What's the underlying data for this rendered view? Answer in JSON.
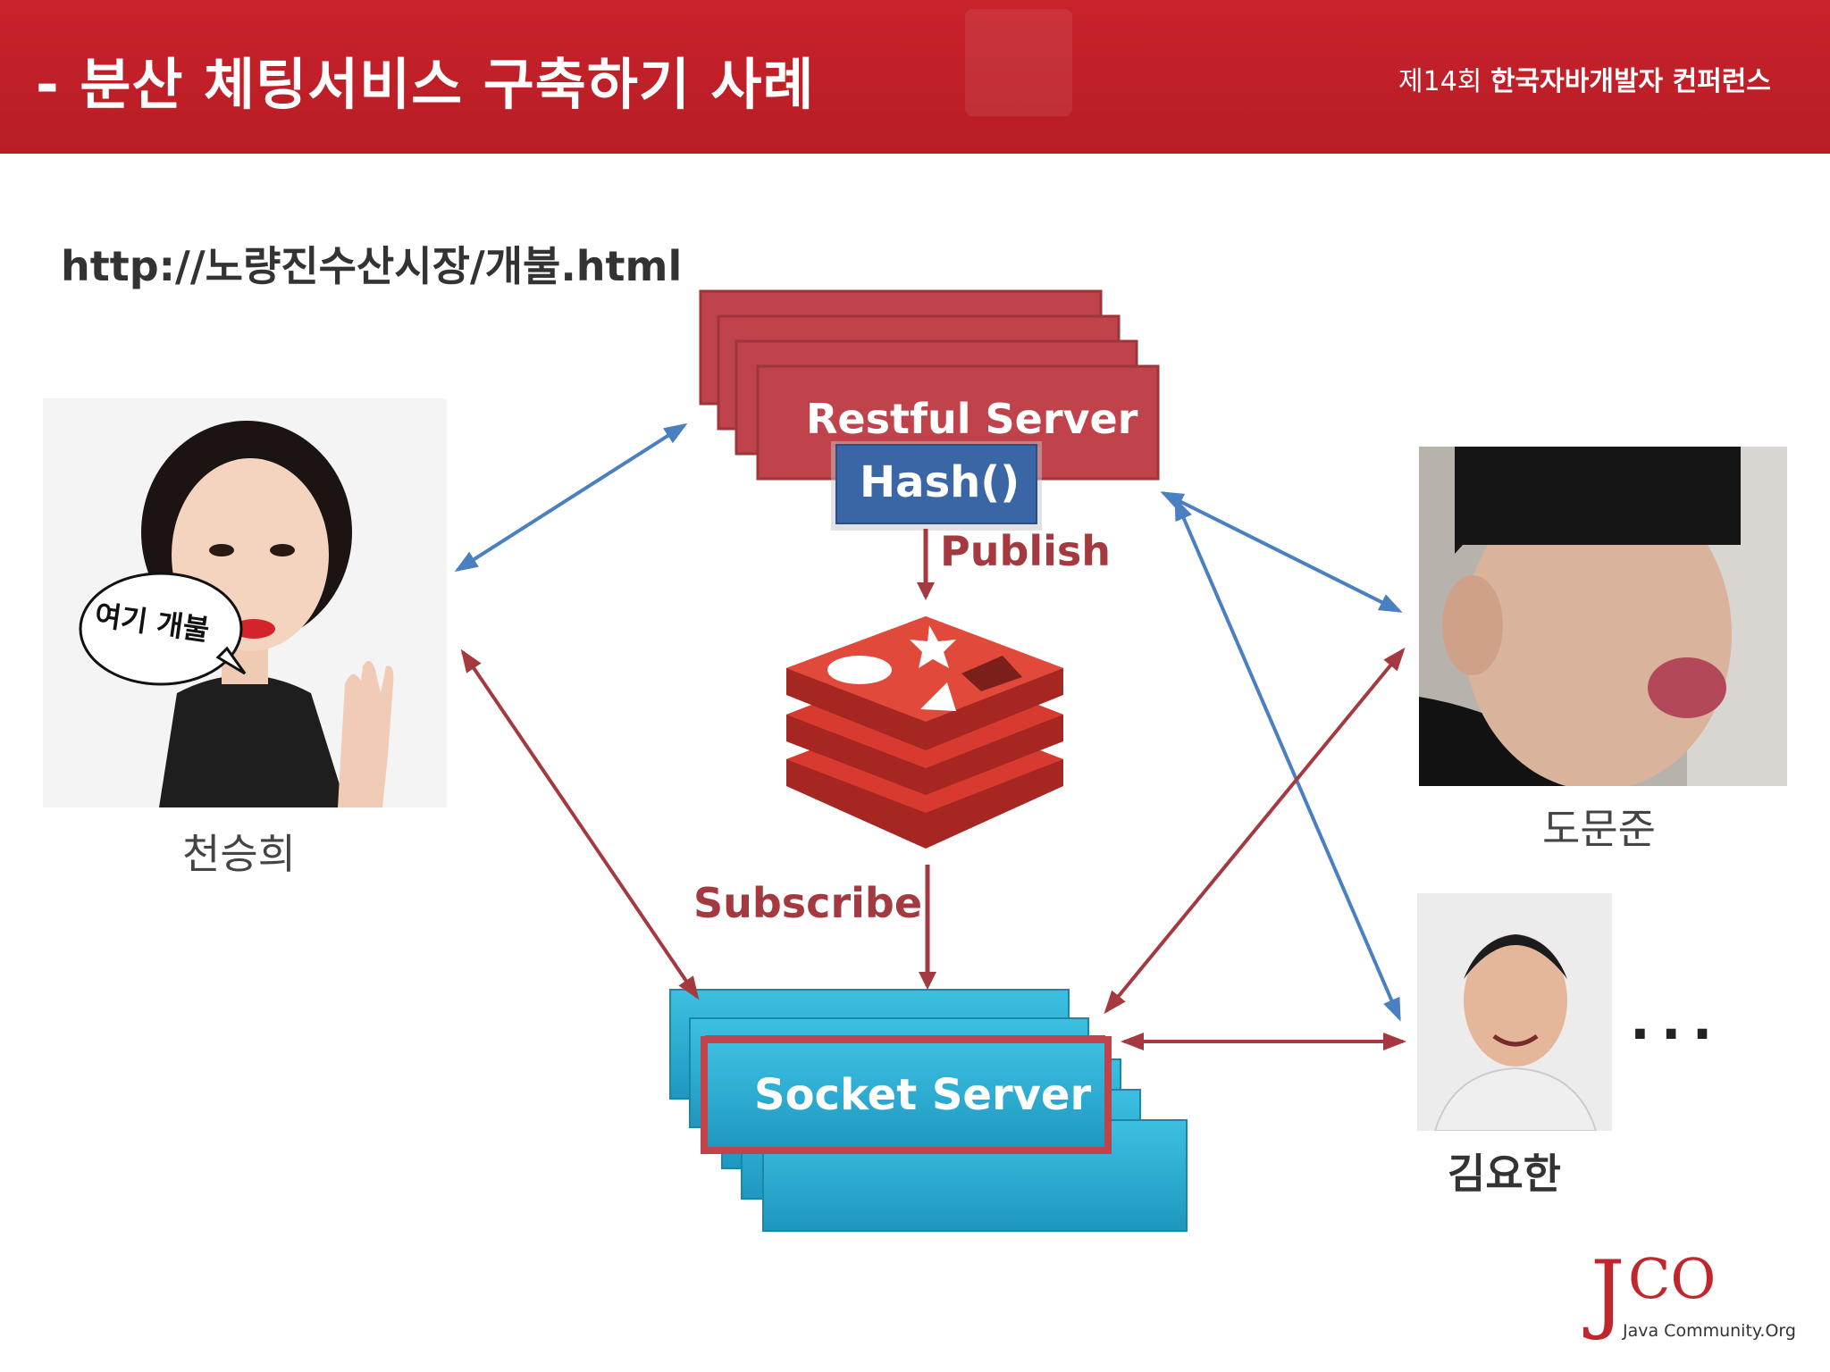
{
  "header": {
    "title": "-  분산 체팅서비스 구축하기 사례",
    "conference_num": "제14회",
    "conference_name": "한국자바개발자 컨퍼런스"
  },
  "url_text": "http://노량진수산시장/개불.html",
  "users": {
    "left": {
      "name": "천승희",
      "speech_bubble": "여기 개불"
    },
    "right_top": {
      "name": "도문준"
    },
    "right_bottom": {
      "name": "김요한"
    },
    "more": "..."
  },
  "diagram": {
    "restful_server": "Restful Server",
    "hash_label": "Hash()",
    "publish_label": "Publish",
    "subscribe_label": "Subscribe",
    "socket_server": "Socket Server",
    "colors": {
      "red": "#c0424a",
      "dark_red": "#9e353a",
      "blue_arrow": "#4a7fc1",
      "red_arrow": "#a43a3f",
      "cyan": "#2fb2d6",
      "hash_blue": "#3a66a6"
    }
  },
  "logo": {
    "mark": "JCO",
    "subtitle": "Java Community.Org"
  }
}
